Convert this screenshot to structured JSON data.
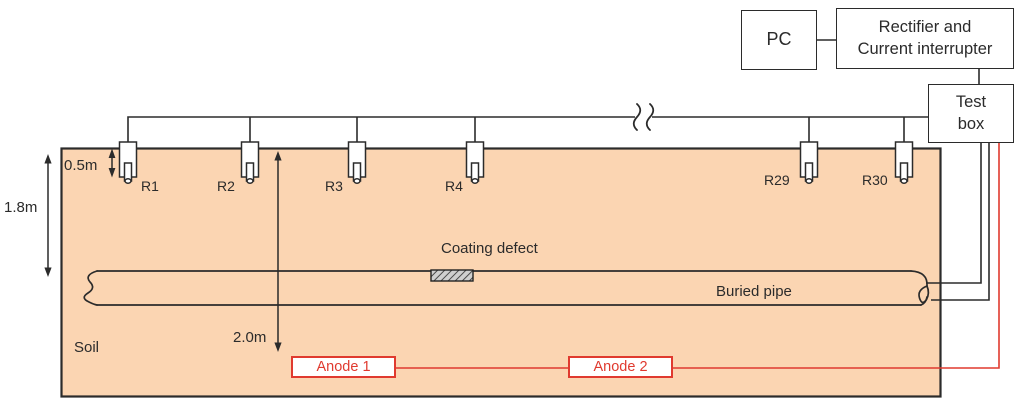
{
  "boxes": {
    "pc": {
      "label": "PC"
    },
    "rectifier": {
      "line1": "Rectifier and",
      "line2": "Current interrupter"
    },
    "test_box": {
      "line1": "Test",
      "line2": "box"
    }
  },
  "electrodes": [
    {
      "label": "R1"
    },
    {
      "label": "R2"
    },
    {
      "label": "R3"
    },
    {
      "label": "R4"
    },
    {
      "label": "R29"
    },
    {
      "label": "R30"
    }
  ],
  "dimensions": {
    "electrode_depth": "0.5m",
    "pipe_depth": "1.8m",
    "anode_depth": "2.0m"
  },
  "labels": {
    "coating_defect": "Coating defect",
    "buried_pipe": "Buried pipe",
    "soil": "Soil"
  },
  "anodes": [
    {
      "label": "Anode 1"
    },
    {
      "label": "Anode 2"
    }
  ],
  "colors": {
    "soil_fill": "#fbd5b2",
    "outline": "#2b2b2b",
    "accent_red": "#e03a2f"
  }
}
